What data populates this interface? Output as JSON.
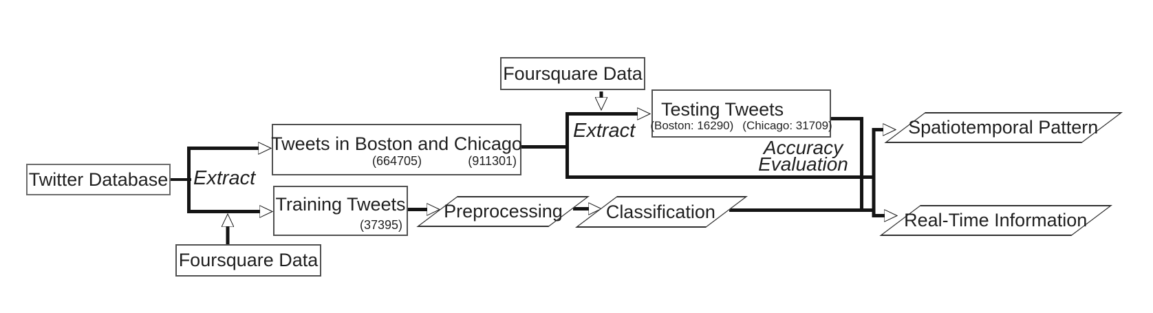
{
  "diagram": {
    "nodes": {
      "twitter_database": {
        "label": "Twitter Database"
      },
      "foursquare_bottom": {
        "label": "Foursquare Data"
      },
      "foursquare_top": {
        "label": "Foursquare Data"
      },
      "tweets_boston_chicago": {
        "label": "Tweets in Boston and Chicago",
        "boston_count": "(664705)",
        "chicago_count": "(911301)"
      },
      "training_tweets": {
        "label": "Training Tweets",
        "count": "(37395)"
      },
      "testing_tweets": {
        "label": "Testing Tweets",
        "boston_count": "(Boston: 16290)",
        "chicago_count": "(Chicago: 31709)"
      },
      "preprocessing": {
        "label": "Preprocessing"
      },
      "classification": {
        "label": "Classification"
      },
      "spatiotemporal_pattern": {
        "label": "Spatiotemporal Pattern"
      },
      "realtime_information": {
        "label": "Real-Time Information"
      }
    },
    "edge_labels": {
      "extract_left": "Extract",
      "extract_right": "Extract",
      "accuracy_line1": "Accuracy",
      "accuracy_line2": "Evaluation"
    }
  },
  "colors": {
    "line": "#141414",
    "box-border": "#4f4f4f",
    "para-border": "#2e2e2e",
    "text": "#1f1f1f",
    "bg": "#ffffff"
  }
}
